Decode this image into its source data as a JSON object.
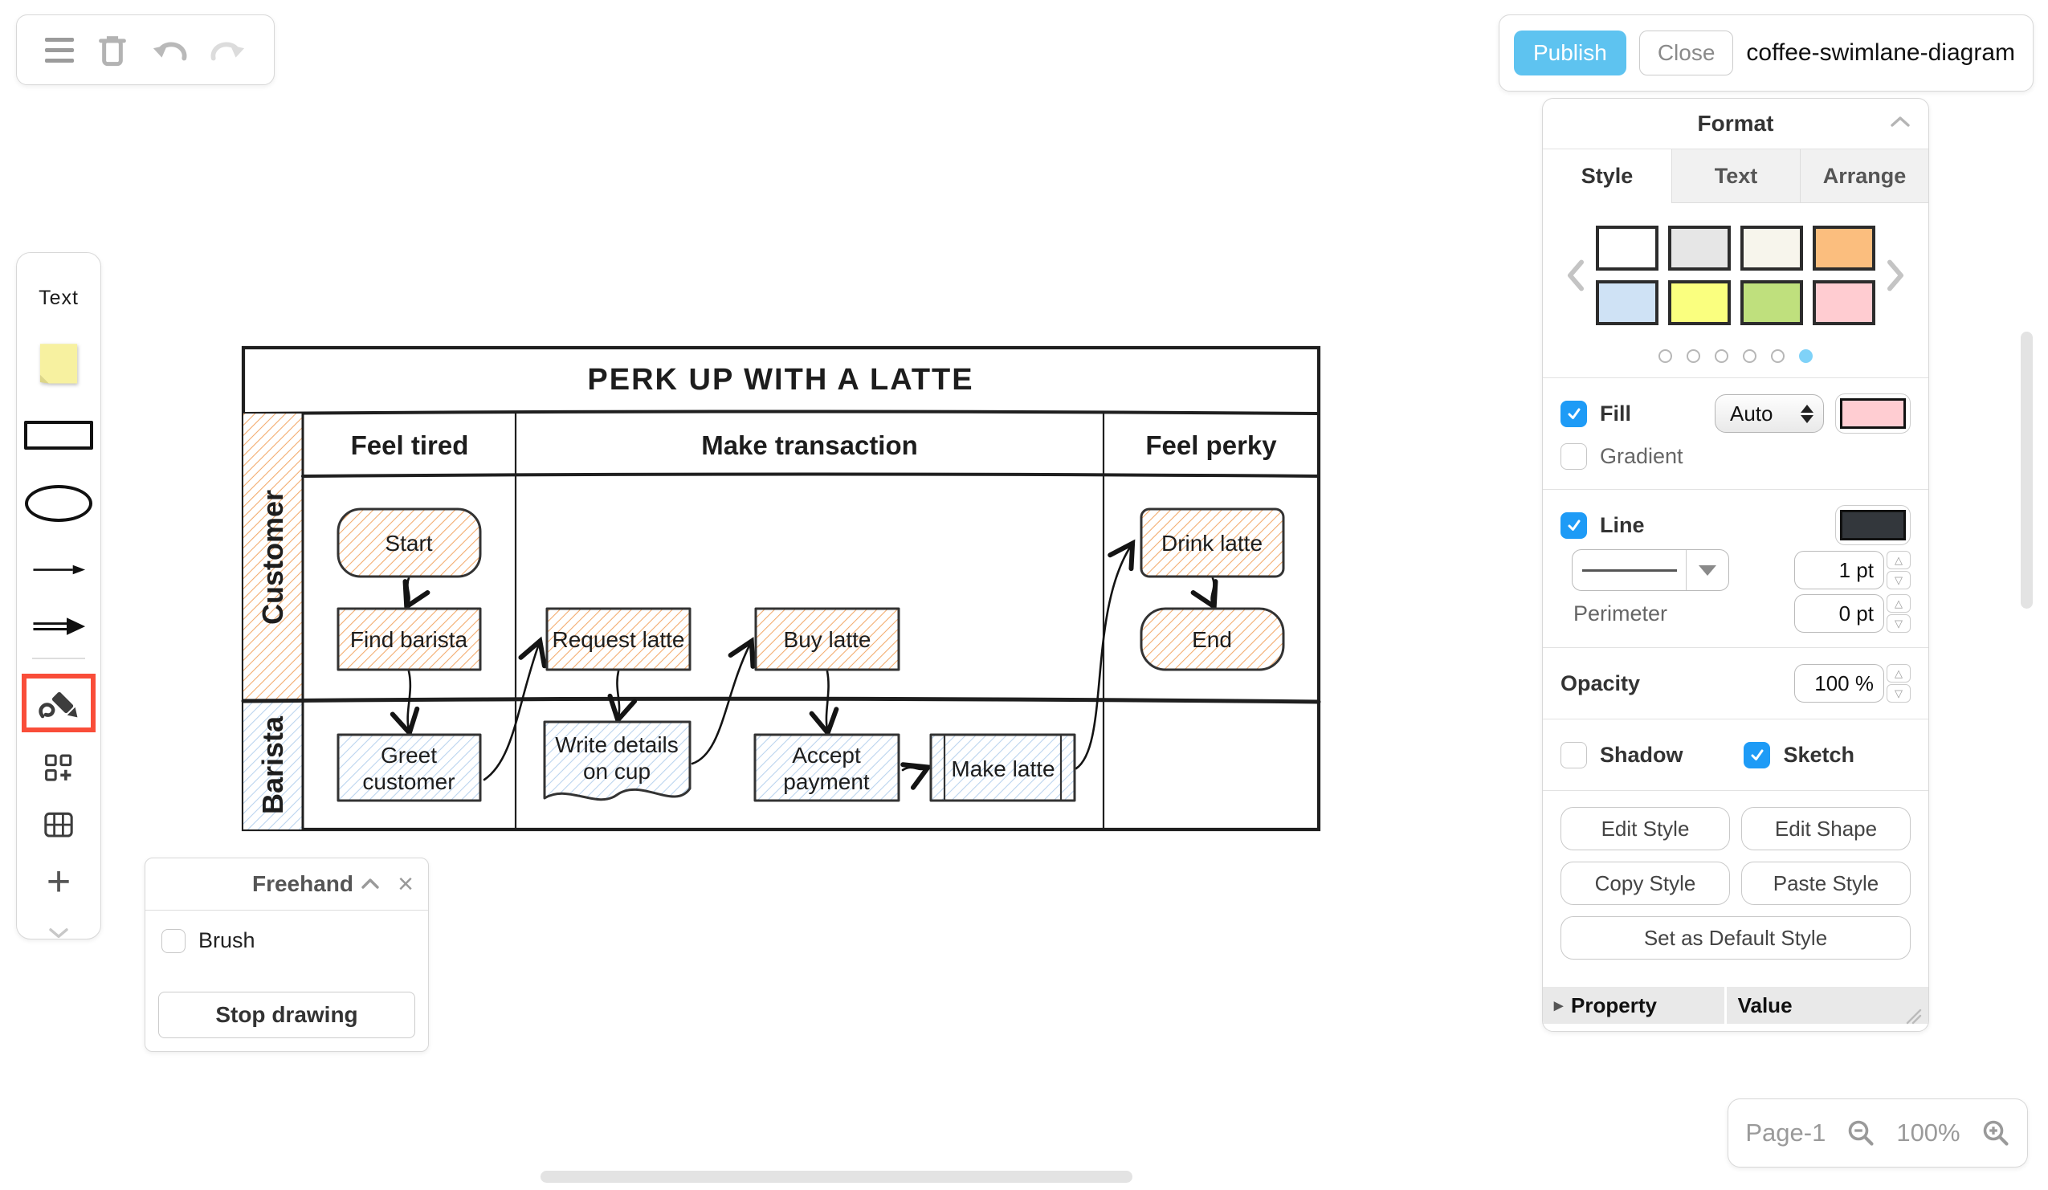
{
  "canvas_toolbar": {
    "icons": [
      "menu-icon",
      "trash-icon",
      "undo-icon",
      "redo-icon"
    ]
  },
  "header": {
    "publish_label": "Publish",
    "close_label": "Close",
    "document_title": "coffee-swimlane-diagram",
    "publish_color": "#5ec3f0"
  },
  "format_panel": {
    "title": "Format",
    "tabs": [
      {
        "label": "Style",
        "active": true
      },
      {
        "label": "Text",
        "active": false
      },
      {
        "label": "Arrange",
        "active": false
      }
    ],
    "style_presets": {
      "colors": [
        "#ffffff",
        "#e6e6e6",
        "#f7f5ec",
        "#fbbe7e",
        "#cfe2f5",
        "#faff7f",
        "#bfe07d",
        "#ffccd1"
      ],
      "page_dots": 6,
      "active_dot_index": 5,
      "active_dot_color": "#7fd2f8"
    },
    "fill": {
      "label": "Fill",
      "checked": true,
      "mode": "Auto",
      "color": "#ffcdd2"
    },
    "gradient": {
      "label": "Gradient",
      "checked": false
    },
    "line": {
      "label": "Line",
      "checked": true,
      "color": "#33373c",
      "width": "1 pt"
    },
    "perimeter": {
      "label": "Perimeter",
      "value": "0 pt"
    },
    "opacity": {
      "label": "Opacity",
      "value": "100 %"
    },
    "shadow": {
      "label": "Shadow",
      "checked": false
    },
    "sketch": {
      "label": "Sketch",
      "checked": true
    },
    "buttons": {
      "edit_style": "Edit Style",
      "edit_shape": "Edit Shape",
      "copy_style": "Copy Style",
      "paste_style": "Paste Style",
      "set_default": "Set as Default Style"
    },
    "property_table": {
      "property_header": "Property",
      "value_header": "Value"
    }
  },
  "shape_panel": {
    "text_tool_label": "Text",
    "tools": [
      "text",
      "sticky-note",
      "rectangle",
      "ellipse",
      "arrow",
      "bold-arrow",
      "freehand",
      "more-shapes",
      "table",
      "add",
      "collapse"
    ],
    "active_tool": "freehand",
    "active_highlight_color": "#f94d39"
  },
  "freehand_dialog": {
    "title": "Freehand",
    "brush_label": "Brush",
    "brush_checked": false,
    "stop_button": "Stop drawing"
  },
  "status_bar": {
    "page_label": "Page-1",
    "zoom_level": "100%"
  },
  "diagram": {
    "title": "PERK UP WITH A LATTE",
    "phases": [
      "Feel tired",
      "Make transaction",
      "Feel perky"
    ],
    "lanes": [
      "Customer",
      "Barista"
    ],
    "hatch_colors": {
      "customer": "#f3aa6b",
      "barista": "#b9d3ee"
    },
    "nodes": [
      {
        "label": "Start",
        "lines": [
          "Start"
        ],
        "shape": "rounded",
        "lane": "Customer"
      },
      {
        "label": "Find barista",
        "lines": [
          "Find barista"
        ],
        "shape": "rect",
        "lane": "Customer"
      },
      {
        "label": "Request latte",
        "lines": [
          "Request latte"
        ],
        "shape": "rect",
        "lane": "Customer"
      },
      {
        "label": "Buy latte",
        "lines": [
          "Buy latte"
        ],
        "shape": "rect",
        "lane": "Customer"
      },
      {
        "label": "Drink latte",
        "lines": [
          "Drink latte"
        ],
        "shape": "rect",
        "lane": "Customer"
      },
      {
        "label": "End",
        "lines": [
          "End"
        ],
        "shape": "rounded",
        "lane": "Customer"
      },
      {
        "label": "Greet customer",
        "lines": [
          "Greet",
          "customer"
        ],
        "shape": "rect",
        "lane": "Barista"
      },
      {
        "label": "Write details on cup",
        "lines": [
          "Write details",
          "on cup"
        ],
        "shape": "document",
        "lane": "Barista"
      },
      {
        "label": "Accept payment",
        "lines": [
          "Accept",
          "payment"
        ],
        "shape": "rect",
        "lane": "Barista"
      },
      {
        "label": "Make latte",
        "lines": [
          "Make latte"
        ],
        "shape": "process",
        "lane": "Barista"
      }
    ],
    "edges": [
      {
        "from": "Start",
        "to": "Find barista"
      },
      {
        "from": "Find barista",
        "to": "Greet customer"
      },
      {
        "from": "Greet customer",
        "to": "Request latte"
      },
      {
        "from": "Request latte",
        "to": "Write details on cup"
      },
      {
        "from": "Write details on cup",
        "to": "Buy latte"
      },
      {
        "from": "Buy latte",
        "to": "Accept payment"
      },
      {
        "from": "Accept payment",
        "to": "Make latte"
      },
      {
        "from": "Make latte",
        "to": "Drink latte"
      },
      {
        "from": "Drink latte",
        "to": "End"
      }
    ]
  }
}
